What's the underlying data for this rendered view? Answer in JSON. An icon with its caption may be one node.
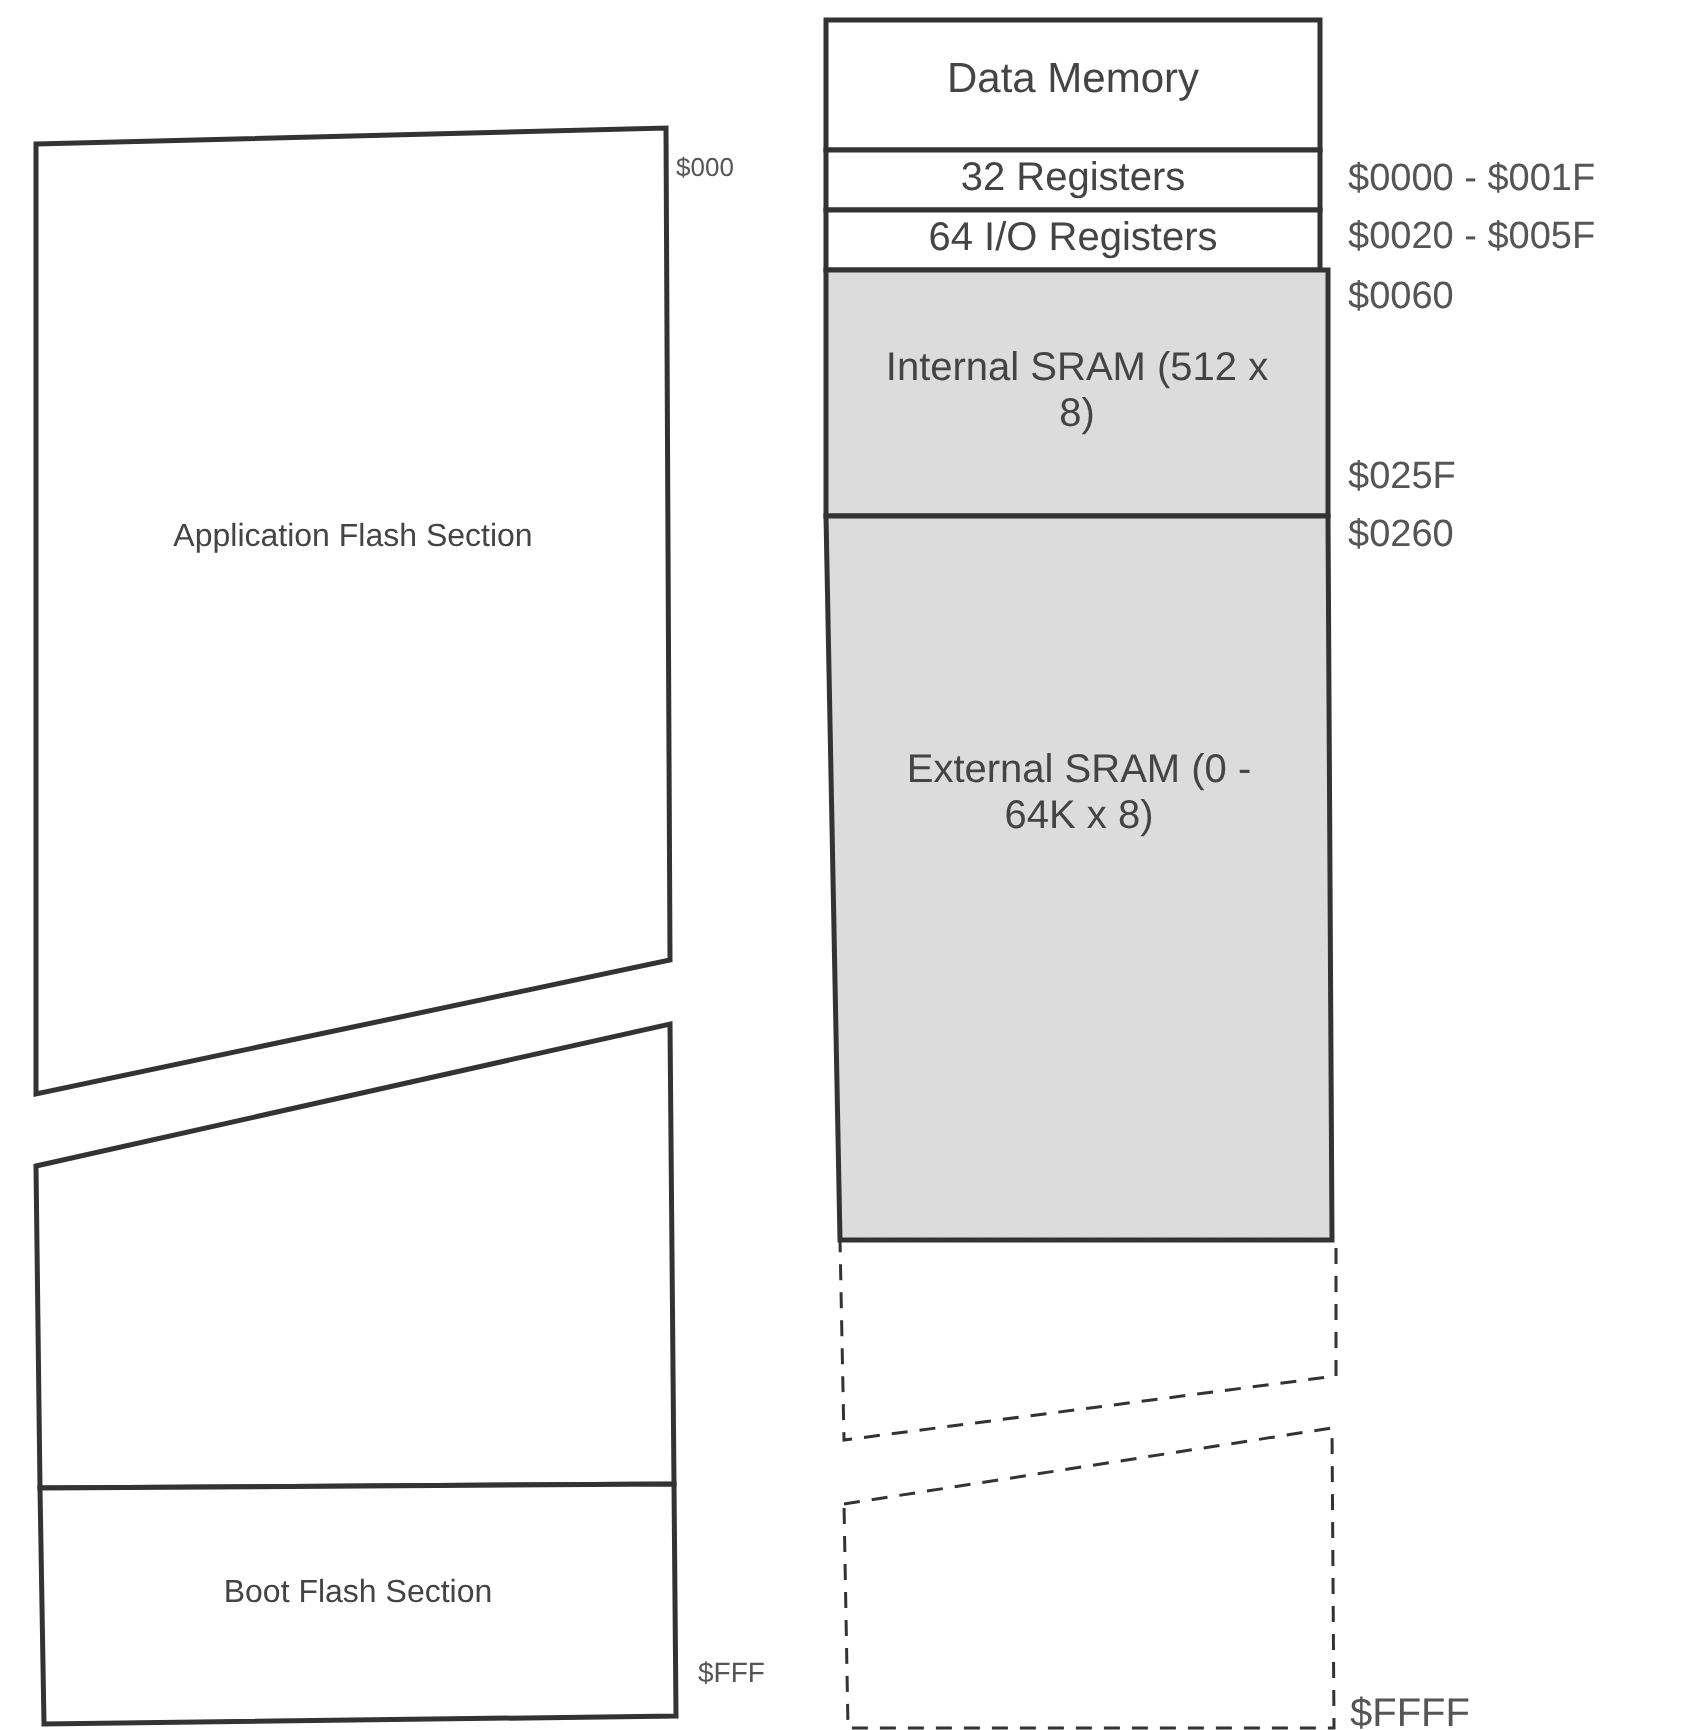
{
  "diagram": {
    "nodes": [
      {
        "text": [
          "Application Flash Section"
        ]
      },
      {
        "text": [],
        "shape": "box"
      },
      {
        "text": [
          "Boot Flash Section"
        ]
      },
      {
        "text": [
          "Data Memory"
        ]
      },
      {
        "text": [
          "32 Registers"
        ]
      },
      {
        "text": [
          "64 I/O Registers"
        ]
      },
      {
        "text": [
          "Internal SRAM (512 x 8)"
        ]
      },
      {
        "text": [
          "External SRAM (0 - 64K x 8)"
        ]
      },
      {
        "text": [],
        "shape": "box"
      },
      {
        "text": [],
        "shape": "box"
      }
    ],
    "edges": [],
    "labels": [
      "$000",
      "$0000 - $001F",
      "$0020 - $005F",
      "$0060",
      "$025F",
      "$0260",
      "$FFF",
      "$FFFF"
    ]
  }
}
